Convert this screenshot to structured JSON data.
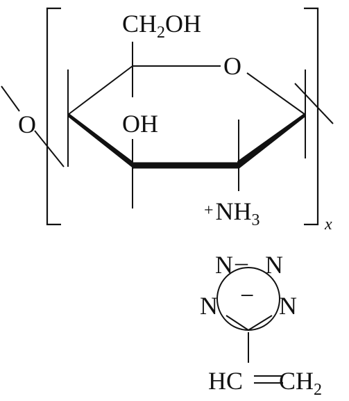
{
  "colors": {
    "ink": "#111111",
    "background": "#ffffff"
  },
  "chitosan_unit": {
    "ch2oh_prefix": "CH",
    "ch2oh_sub": "2",
    "ch2oh_suffix": "OH",
    "ring_oxygen": "O",
    "bridge_oxygen": "O",
    "hydroxyl": "OH",
    "ammonium_charge": "+",
    "ammonium_prefix": "NH",
    "ammonium_sub": "3",
    "repeat_subscript": "x"
  },
  "vinyltetrazolate": {
    "atoms": [
      "N",
      "N",
      "N",
      "N"
    ],
    "ring_charge": "−",
    "dash": "–",
    "vinyl_left": "HC",
    "vinyl_bond": "=",
    "vinyl_right_prefix": "CH",
    "vinyl_right_sub": "2"
  }
}
